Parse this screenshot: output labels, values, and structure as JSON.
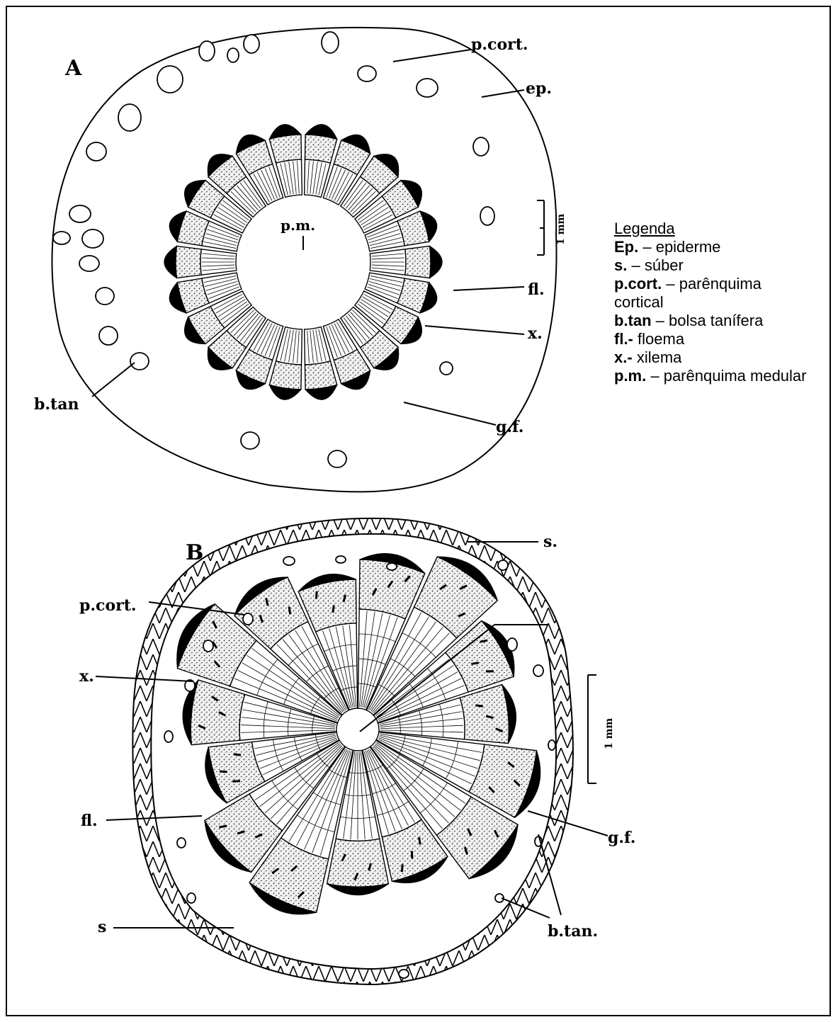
{
  "panel_a": {
    "panel_label": "A",
    "labels": {
      "p_cort": "p.cort.",
      "ep": "ep.",
      "p_m": "p.m.",
      "fl": "fl.",
      "x": "x.",
      "b_tan": "b.tan",
      "g_f": "g.f."
    },
    "scale_bar": "1 mm"
  },
  "panel_b": {
    "panel_label": "B",
    "labels": {
      "s_top": "s.",
      "p_cort": "p.cort.",
      "x": "x.",
      "fl": "fl.",
      "g_f": "g.f.",
      "s_bottom": "s",
      "b_tan": "b.tan."
    },
    "scale_bar": "1 mm"
  },
  "legend": {
    "title": "Legenda",
    "items": [
      {
        "abbr": "Ep.",
        "sep": " – ",
        "desc": "epiderme"
      },
      {
        "abbr": "s.",
        "sep": " – ",
        "desc": "súber"
      },
      {
        "abbr": "p.cort.",
        "sep": " – ",
        "desc": "parênquima cortical"
      },
      {
        "abbr": "b.tan",
        "sep": " – ",
        "desc": "bolsa tanífera"
      },
      {
        "abbr": "fl.-",
        "sep": " ",
        "desc": "floema"
      },
      {
        "abbr": "x.-",
        "sep": " ",
        "desc": "xilema"
      },
      {
        "abbr": "p.m.",
        "sep": " – ",
        "desc": "parênquima medular"
      }
    ]
  },
  "colors": {
    "ink": "#000000",
    "paper": "#ffffff",
    "phloem_fill": "#e8e8e8"
  }
}
